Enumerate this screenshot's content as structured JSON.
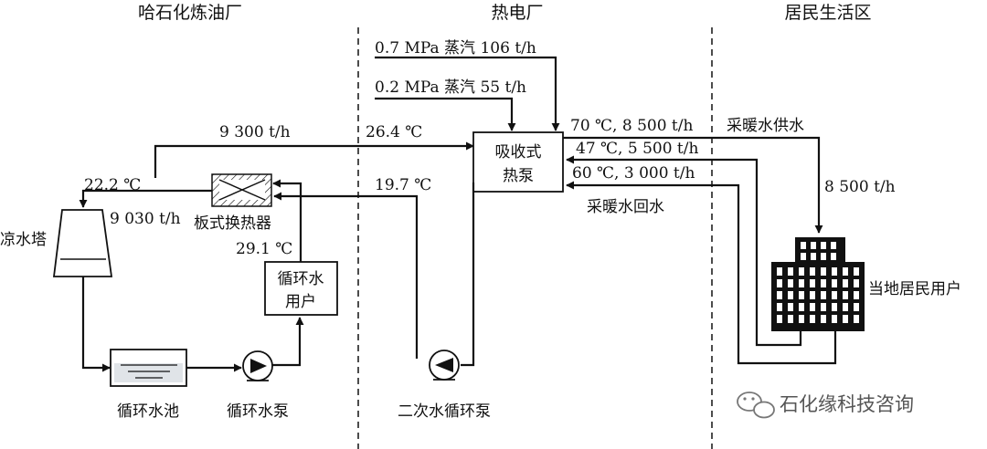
{
  "zones": {
    "refinery": "哈石化炼油厂",
    "power_plant": "热电厂",
    "residential": "居民生活区"
  },
  "steam": {
    "high_pressure": "0.7 MPa 蒸汽 106 t/h",
    "low_pressure": "0.2 MPa 蒸汽 55 t/h"
  },
  "units": {
    "heat_pump": [
      "吸收式",
      "热泵"
    ],
    "plate_exchanger": "板式换热器",
    "cooling_tower": "凉水塔",
    "circ_user": [
      "循环水",
      "用户"
    ],
    "circ_pool": "循环水池",
    "circ_pump": "循环水泵",
    "secondary_pump": "二次水循环泵",
    "local_users": "当地居民用户"
  },
  "flows": {
    "secondary_flow": "9 300 t/h",
    "to_heat_pump_temp": "26.4 ℃",
    "tower_temp": "22.2 ℃",
    "tower_flow": "9 030 t/h",
    "exchanger_in_temp": "29.1 ℃",
    "return_temp": "19.7 ℃",
    "supply_a": "70 ℃, 8 500 t/h",
    "supply_b": "47 ℃, 5 500 t/h",
    "supply_c": "60 ℃, 3 000 t/h",
    "heating_supply": "采暖水供水",
    "heating_return": "采暖水回水",
    "heating_flow": "8 500 t/h"
  },
  "watermark": "石化缘科技咨询",
  "colors": {
    "line": "#111111",
    "building": "#111111",
    "pool_fill": "#e0e4e8"
  }
}
